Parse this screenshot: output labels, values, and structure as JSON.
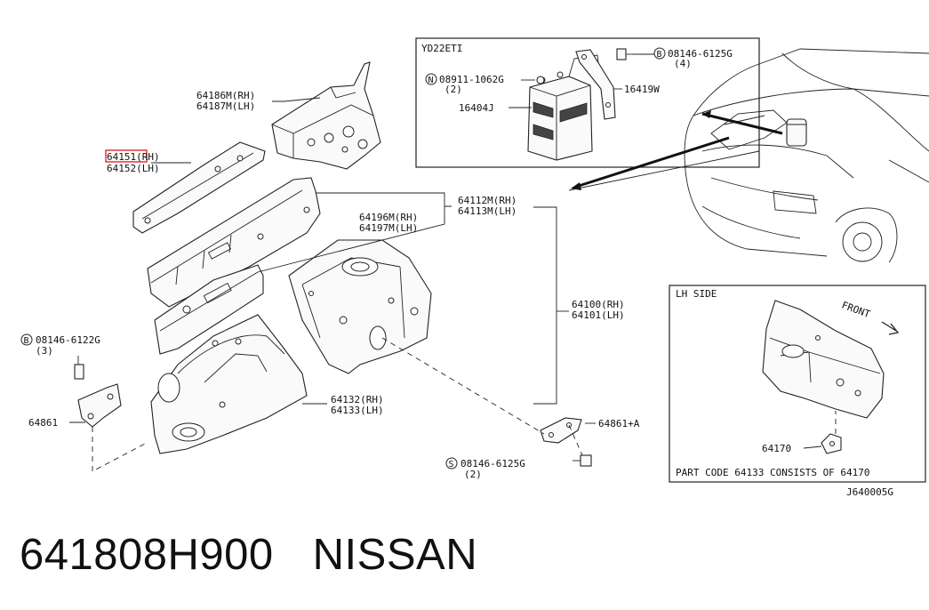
{
  "diagram": {
    "inset_engine_title": "YD22ETI",
    "inset_lh_title": "LH SIDE",
    "figure_code": "J640005G",
    "front_label": "FRONT",
    "lh_note": "PART CODE 64133  CONSISTS OF 64170",
    "callouts": {
      "c64186": "64186M(RH)",
      "c64187": "64187M(LH)",
      "c64151": "64151(RH)",
      "c64152": "64152(LH)",
      "c64112": "64112M(RH)",
      "c64113": "64113M(LH)",
      "c64196": "64196M(RH)",
      "c64197": "64197M(LH)",
      "c64100": "64100(RH)",
      "c64101": "64101(LH)",
      "c64132": "64132(RH)",
      "c64133": "64133(LH)",
      "c64861": "64861",
      "c64861a": "64861+A",
      "c64170": "64170",
      "c16404j": "16404J",
      "c16419w": "16419W",
      "bolt_b_6122g": "08146-6122G",
      "bolt_b_6122g_qty": "(3)",
      "bolt_s_6125g": "08146-6125G",
      "bolt_s_6125g_qty": "(2)",
      "bolt_b_6125g": "08146-6125G",
      "bolt_b_6125g_qty": "(4)",
      "nut_n_1062g": "08911-1062G",
      "nut_n_1062g_qty": "(2)",
      "prefix_b": "B",
      "prefix_s": "S",
      "prefix_n": "N"
    },
    "highlight_color": "#e0282a"
  },
  "caption": {
    "part_number": "641808H900",
    "brand": "NISSAN"
  }
}
